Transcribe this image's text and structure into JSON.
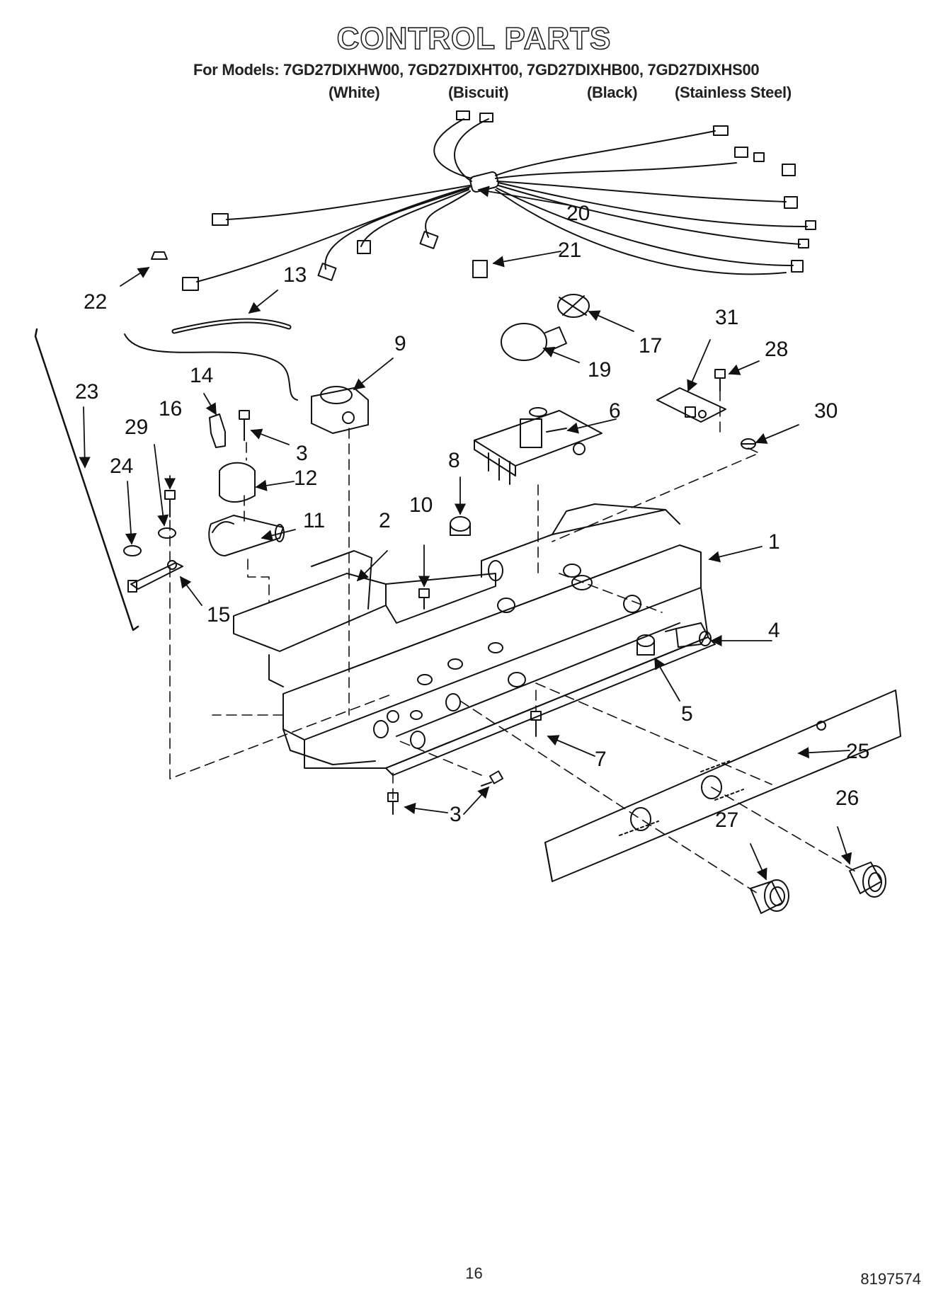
{
  "header": {
    "title": "CONTROL PARTS",
    "models_line": "For Models: 7GD27DIXHW00, 7GD27DIXHT00, 7GD27DIXHB00, 7GD27DIXHS00",
    "variants": [
      "(White)",
      "(Biscuit)",
      "(Black)",
      "(Stainless Steel)"
    ]
  },
  "callouts": [
    "1",
    "2",
    "3",
    "3",
    "4",
    "5",
    "6",
    "7",
    "8",
    "9",
    "10",
    "11",
    "12",
    "13",
    "14",
    "15",
    "16",
    "17",
    "19",
    "20",
    "21",
    "22",
    "23",
    "24",
    "25",
    "26",
    "27",
    "28",
    "29",
    "30",
    "31"
  ],
  "footer": {
    "page_number": "16",
    "doc_number": "8197574"
  }
}
